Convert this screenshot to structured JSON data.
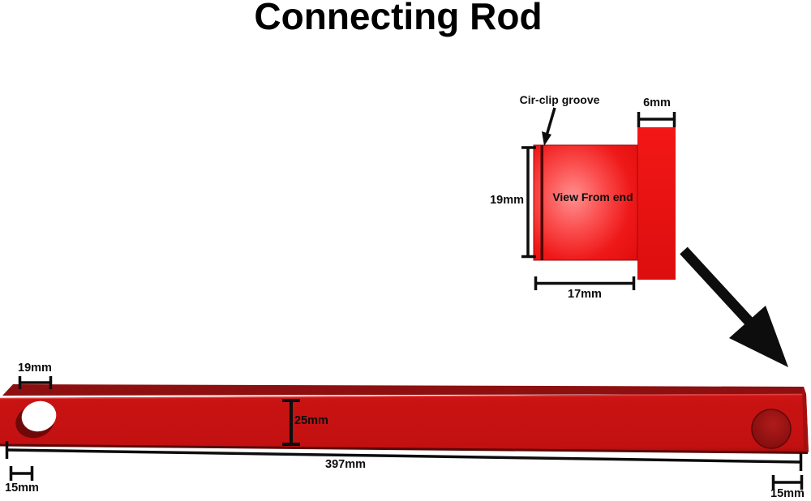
{
  "title": "Connecting Rod",
  "colors": {
    "rod_front_red": "#c91313",
    "rod_top_red": "#8e0f0f",
    "detail_body_red": "#ee1212",
    "detail_highlight": "#ff8d8d",
    "groove_dark": "#4f0505",
    "pin_dark_red": "#8c1010",
    "hole_white": "#ffffff",
    "dimension_black": "#0d0d0d"
  },
  "end_view": {
    "circlip_label": "Cir-clip groove",
    "flange_width": "6mm",
    "diameter": "19mm",
    "body_label": "View From end",
    "body_length": "17mm"
  },
  "main_view": {
    "hole_offset": "19mm",
    "rod_depth": "25mm",
    "rod_length": "397mm",
    "left_end_width": "15mm",
    "right_end_width": "15mm"
  }
}
